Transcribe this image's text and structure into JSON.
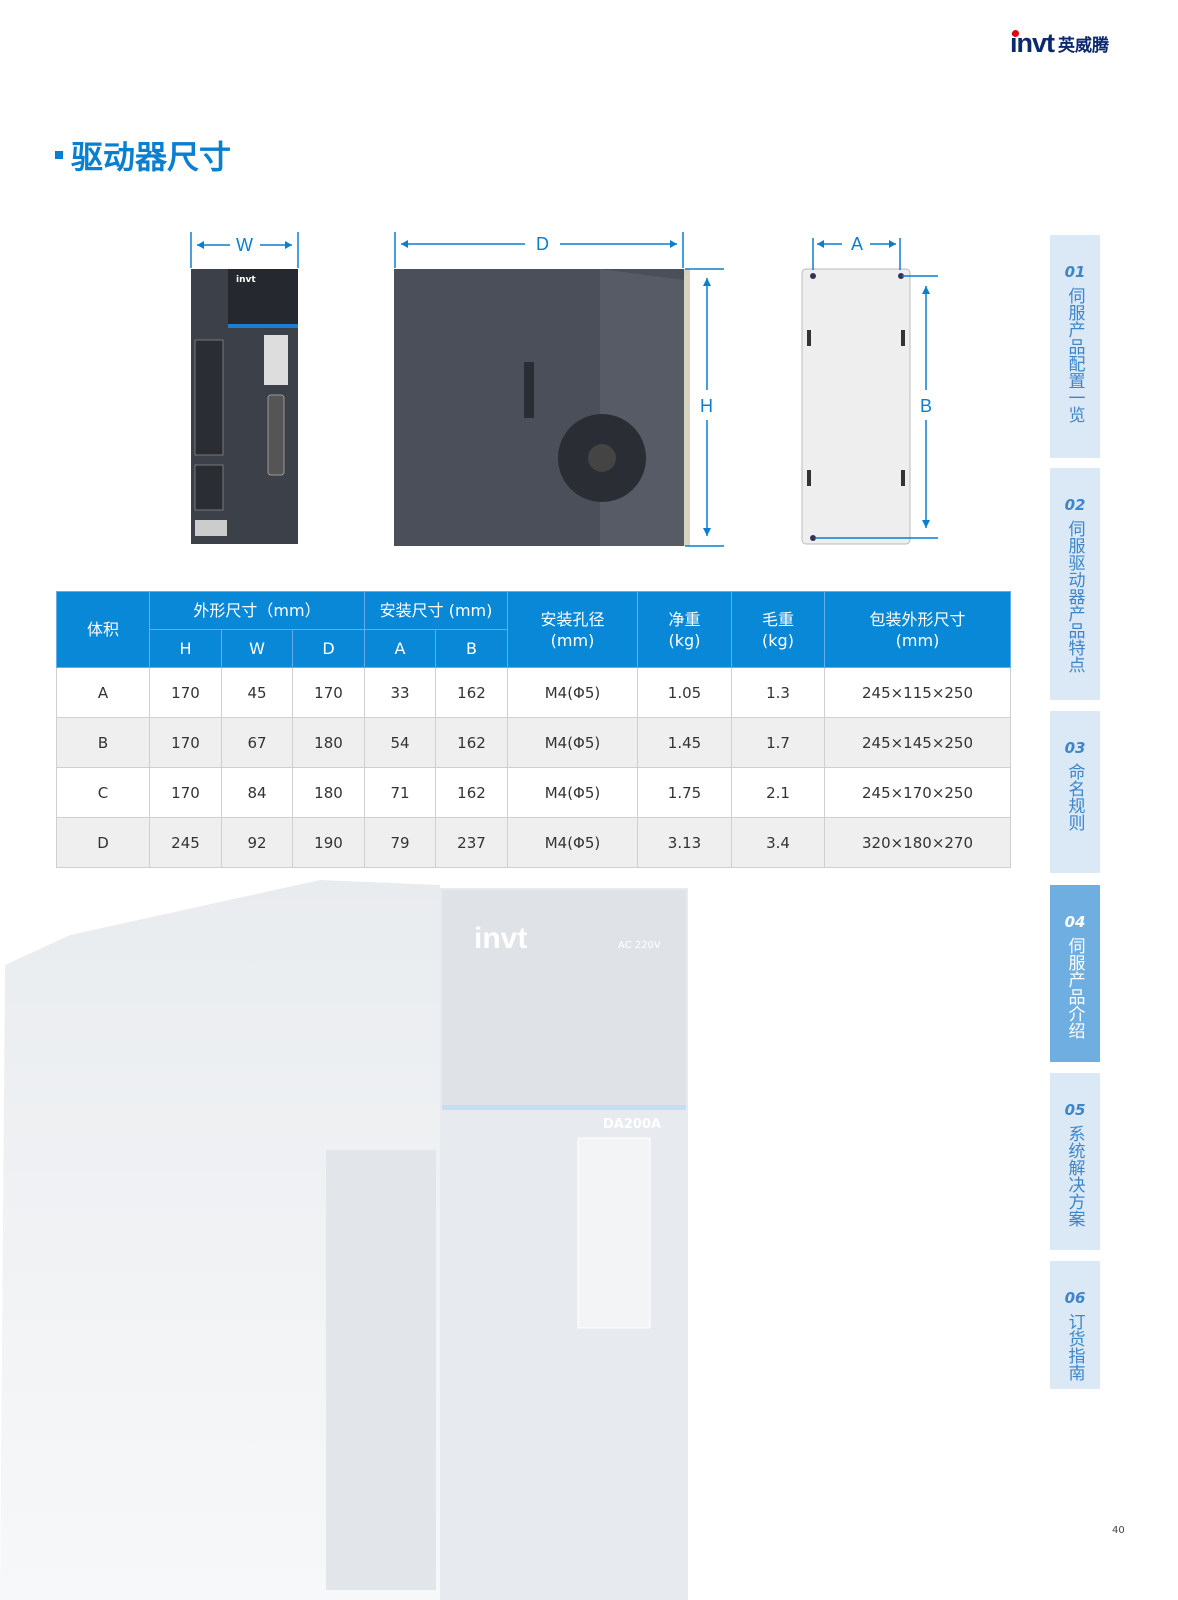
{
  "brand": {
    "logo_text": "invt",
    "logo_cn": "英威腾"
  },
  "title": "驱动器尺寸",
  "diagram_labels": {
    "w": "W",
    "d": "D",
    "h": "H",
    "a": "A",
    "b": "B"
  },
  "table": {
    "col_volume": "体积",
    "group_outer": "外形尺寸（mm）",
    "group_mount": "安装尺寸 (mm)",
    "col_hole": "安装孔径\n(mm)",
    "col_net": "净重\n(kg)",
    "col_gross": "毛重\n(kg)",
    "col_pack": "包装外形尺寸\n(mm)",
    "sub": [
      "H",
      "W",
      "D",
      "A",
      "B"
    ],
    "rows": [
      [
        "A",
        "170",
        "45",
        "170",
        "33",
        "162",
        "M4(Φ5)",
        "1.05",
        "1.3",
        "245×115×250"
      ],
      [
        "B",
        "170",
        "67",
        "180",
        "54",
        "162",
        "M4(Φ5)",
        "1.45",
        "1.7",
        "245×145×250"
      ],
      [
        "C",
        "170",
        "84",
        "180",
        "71",
        "162",
        "M4(Φ5)",
        "1.75",
        "2.1",
        "245×170×250"
      ],
      [
        "D",
        "245",
        "92",
        "190",
        "79",
        "237",
        "M4(Φ5)",
        "3.13",
        "3.4",
        "320×180×270"
      ]
    ]
  },
  "sidebar": [
    {
      "num": "01",
      "label": "伺服产品配置一览"
    },
    {
      "num": "02",
      "label": "伺服驱动器产品特点"
    },
    {
      "num": "03",
      "label": "命名规则"
    },
    {
      "num": "04",
      "label": "伺服产品介绍",
      "active": true
    },
    {
      "num": "05",
      "label": "系统解决方案"
    },
    {
      "num": "06",
      "label": "订货指南"
    }
  ],
  "bg_product": {
    "brand": "invt",
    "voltage": "AC 220V",
    "model": "DA200A"
  },
  "page_number": "40"
}
